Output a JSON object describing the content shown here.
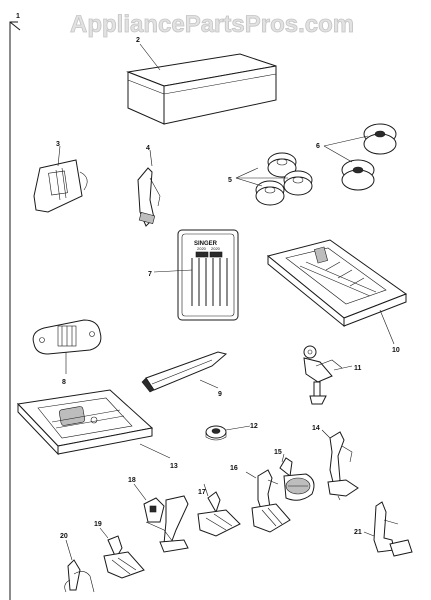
{
  "watermark": "AppliancePartsPros.com",
  "package_label": "SINGER",
  "needle_sizes": [
    "2020",
    "2020"
  ],
  "parts": [
    {
      "ref": "1"
    },
    {
      "ref": "2"
    },
    {
      "ref": "3"
    },
    {
      "ref": "4"
    },
    {
      "ref": "5"
    },
    {
      "ref": "6"
    },
    {
      "ref": "7"
    },
    {
      "ref": "8"
    },
    {
      "ref": "9"
    },
    {
      "ref": "10"
    },
    {
      "ref": "11"
    },
    {
      "ref": "12"
    },
    {
      "ref": "13"
    },
    {
      "ref": "14"
    },
    {
      "ref": "15"
    },
    {
      "ref": "16"
    },
    {
      "ref": "17"
    },
    {
      "ref": "18"
    },
    {
      "ref": "19"
    },
    {
      "ref": "20"
    },
    {
      "ref": "21"
    }
  ]
}
